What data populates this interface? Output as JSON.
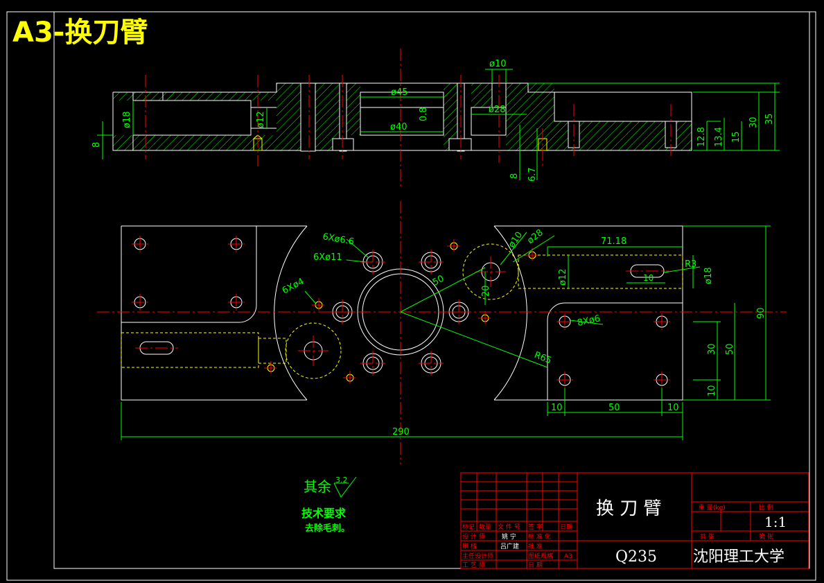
{
  "sheet_title": "A3-换刀臂",
  "section_view": {
    "dims": {
      "d10": "ø10",
      "d45": "ø45",
      "d28": "ø28",
      "d40": "ø40",
      "d18": "ø18",
      "d12": "ø12",
      "r08": "0.8",
      "h8_left": "8",
      "h8_bottom": "8",
      "h67": "6.7",
      "h128": "12.8",
      "h134": "13.4",
      "h15": "15",
      "h30": "30",
      "h35": "35"
    }
  },
  "plan_view": {
    "dims": {
      "holes_66": "6Xø6.6",
      "holes_11": "6Xø11",
      "holes_4": "6Xø4",
      "d10": "ø10",
      "d28": "ø28",
      "d12": "ø12",
      "d18": "ø18",
      "len7118": "71.18",
      "r3": "R3",
      "w10": "10",
      "r50": "50",
      "d20": "20",
      "holes_6": "8Xø6",
      "r65": "R65",
      "h90": "90",
      "h50": "50",
      "h30": "30",
      "h10": "10",
      "b10a": "10",
      "b50": "50",
      "b10b": "10",
      "total290": "290"
    }
  },
  "notes": {
    "roughness_prefix": "其余",
    "roughness_value": "3.2",
    "tech_title": "技术要求",
    "tech_item": "去除毛刺。"
  },
  "title_block": {
    "part_name": "换 刀 臂",
    "material": "Q235",
    "school": "沈阳理工大学",
    "scale_label": "比  例",
    "scale": "1:1",
    "weight_label": "重  量(kg)",
    "sheets_total": "共    张",
    "sheet_no": "第    张",
    "rev_headers": [
      "标记",
      "数量",
      "文 件 号",
      "签  字",
      "日期"
    ],
    "rows": [
      {
        "role": "设 计 师",
        "name": "姚 宁",
        "role2": "标 准 化"
      },
      {
        "role": "审    核",
        "name": "吕广建",
        "role2": "批    准"
      },
      {
        "role": "主任设计师",
        "name": "",
        "role2": "图纸规格",
        "value2": "A3"
      },
      {
        "role": "工 艺 师",
        "name": "",
        "role2": "日    期"
      }
    ]
  },
  "colors": {
    "background": "#000000",
    "outline": "#ffffff",
    "dimension": "#00ff00",
    "centerline": "#ff0000",
    "hidden": "#ffff00",
    "title": "#ffff00",
    "hatch": "#00ff00"
  }
}
